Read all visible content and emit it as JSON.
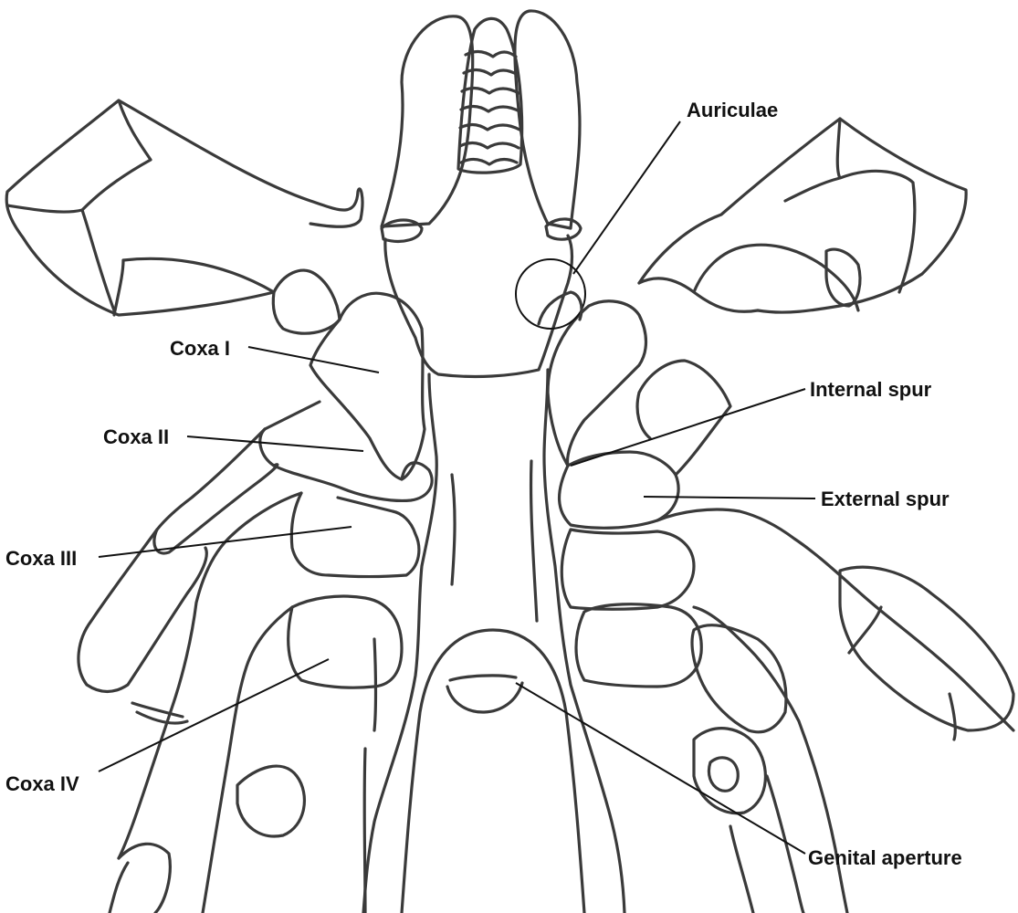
{
  "labels": {
    "auriculae": "Auriculae",
    "coxa_1": "Coxa I",
    "coxa_2": "Coxa II",
    "coxa_3": "Coxa III",
    "coxa_4": "Coxa IV",
    "internal_spur": "Internal spur",
    "external_spur": "External spur",
    "genital_aperture": "Genital aperture"
  }
}
